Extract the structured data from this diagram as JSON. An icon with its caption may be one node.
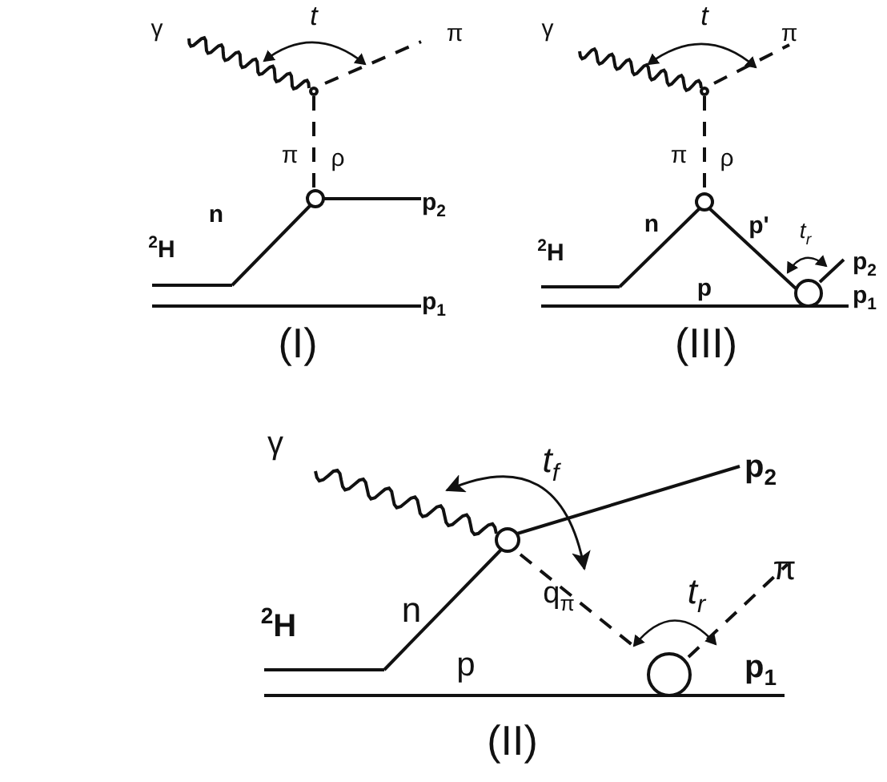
{
  "diagram": {
    "labels": [
      "γ",
      "t",
      "π",
      "γ",
      "t",
      "π",
      "π",
      "ρ",
      "π",
      "ρ",
      "n",
      "p$_{2}$",
      "n",
      "p'",
      "$^{2}$H",
      "$^{2}$H",
      "t$_{r}$",
      "p$_{2}$",
      "p",
      "p$_{1}$",
      "p$_{1}$",
      "(I)",
      "(III)",
      "γ",
      "t$_{f}$",
      "p$_{2}$",
      "π",
      "q$_{π}$",
      "t$_{r}$",
      "n",
      "$^{2}$H",
      "p",
      "p$_{1}$",
      "(II)"
    ]
  }
}
